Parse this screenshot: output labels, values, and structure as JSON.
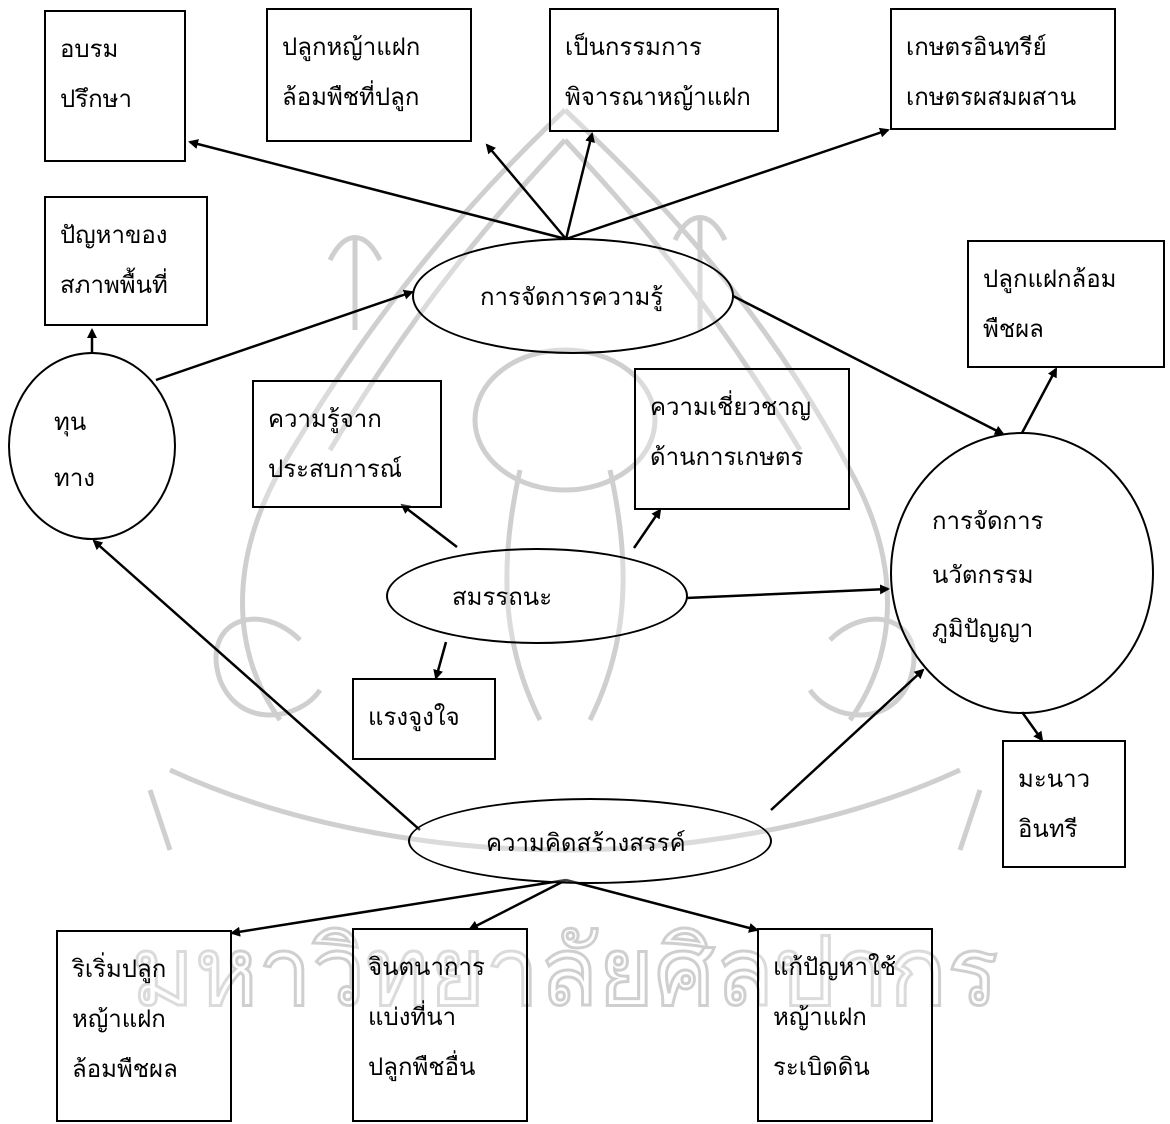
{
  "diagram": {
    "boxes": {
      "training": [
        "อบรม",
        "ปรึกษา"
      ],
      "plant_vetiver": [
        "ปลูกหญ้าแฝก",
        "ล้อมพืชที่ปลูก"
      ],
      "committee": [
        "เป็นกรรมการ",
        "พิจารณาหญ้าแฝก"
      ],
      "organic": [
        "เกษตรอินทรีย์",
        "เกษตรผสมผสาน"
      ],
      "area_problem": [
        "ปัญหาของ",
        "สภาพพื้นที่"
      ],
      "plant_vetiver_fruit": [
        "ปลูกแฝกล้อม",
        "พืชผล"
      ],
      "experience": [
        "ความรู้จาก",
        "ประสบการณ์"
      ],
      "expertise": [
        "ความเชี่ยวชาญ",
        "ด้านการเกษตร"
      ],
      "motivation": [
        "แรงจูงใจ"
      ],
      "lime": [
        "มะนาว",
        "อินทรี"
      ],
      "initiate": [
        "ริเริ่มปลูก",
        "หญ้าแฝก",
        "ล้อมพืชผล"
      ],
      "imagination": [
        "จินตนาการ",
        "แบ่งที่นา",
        "ปลูกพืชอื่น"
      ],
      "solve": [
        "แก้ปัญหาใช้",
        "หญ้าแฝก",
        "ระเบิดดิน"
      ]
    },
    "ellipses": {
      "knowledge": [
        "การจัดการความรู้"
      ],
      "capital": [
        "ทุน",
        "ทาง"
      ],
      "innovation": [
        "การจัดการ",
        "นวัตกรรม",
        "ภูมิปัญญา"
      ],
      "competency": [
        "สมรรถนะ"
      ],
      "creativity": [
        "ความคิดสร้างสรรค์"
      ]
    },
    "watermark_text": "มหาวิทยาลัยศิลปากร"
  }
}
